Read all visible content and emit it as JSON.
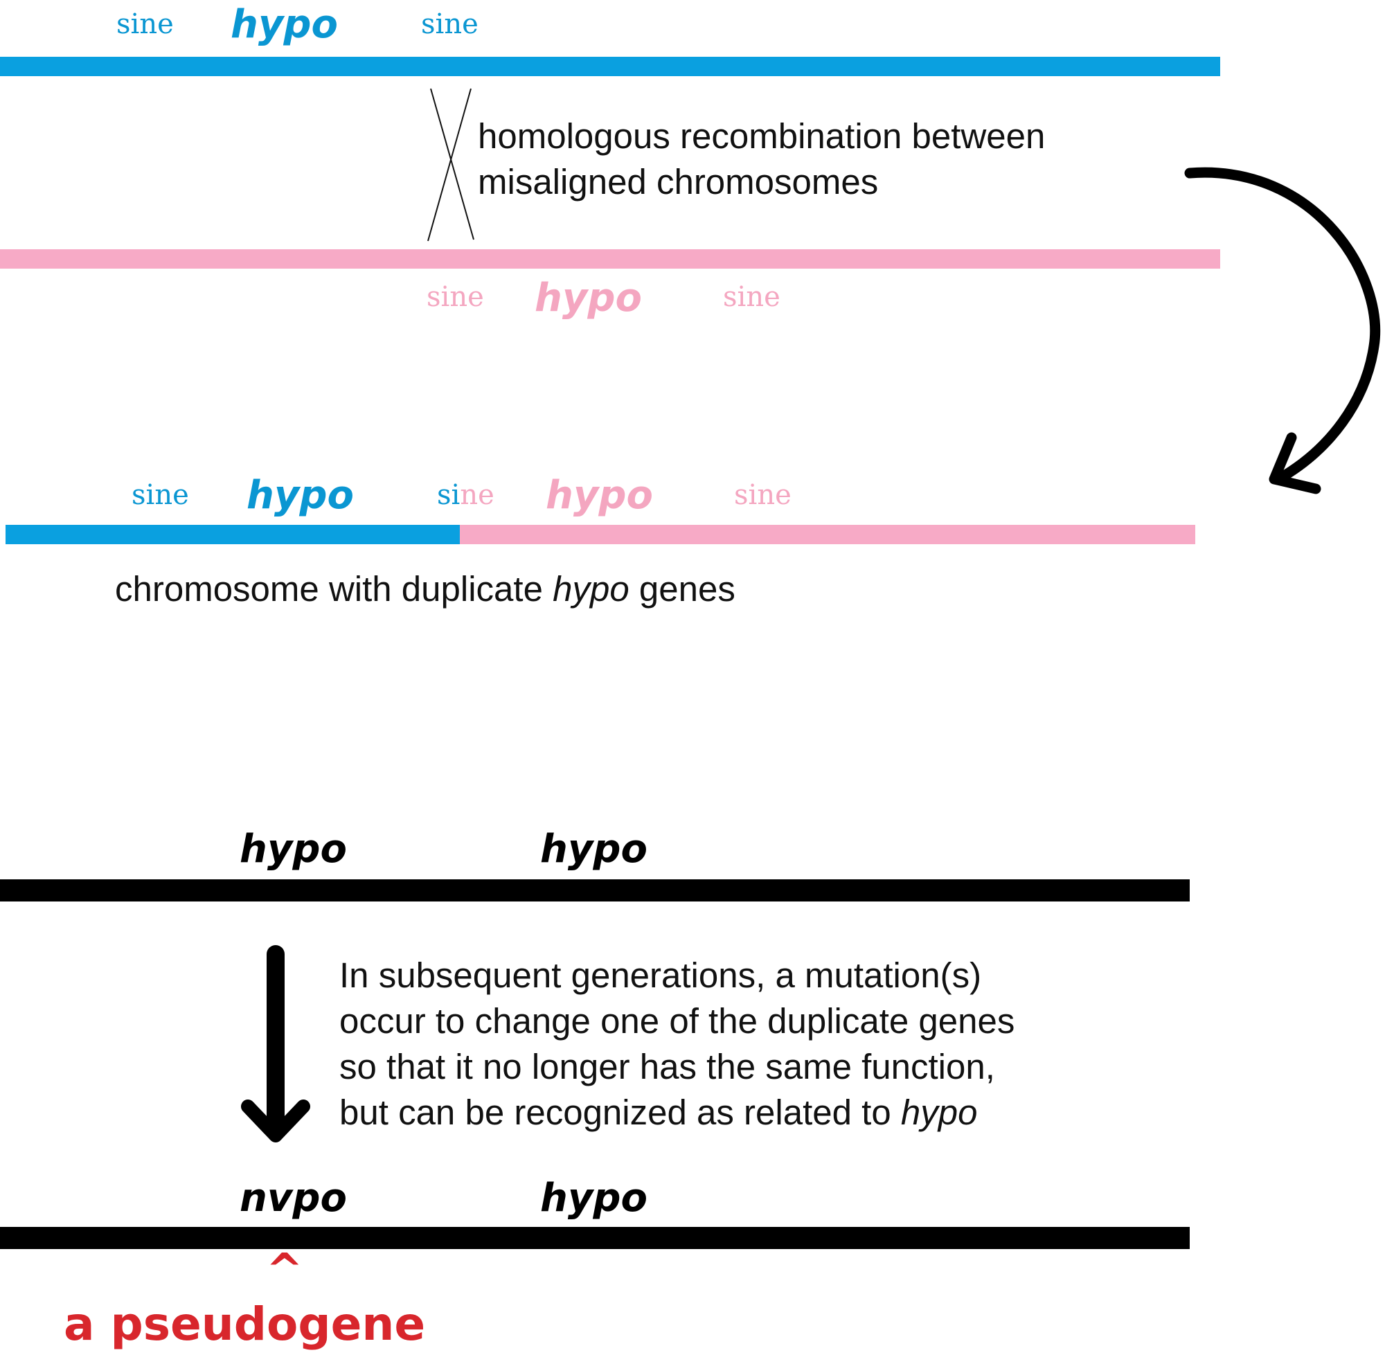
{
  "colors": {
    "blue": "#0aa0e0",
    "pink": "#f7aac6",
    "black": "#000000",
    "red": "#d8262c",
    "text": "#111111"
  },
  "top_chromosome": {
    "sine_left": "sine",
    "gene": "hypo",
    "sine_right": "sine"
  },
  "recombination": {
    "line1": "homologous recombination between",
    "line2": "misaligned chromosomes"
  },
  "bottom_chromosome": {
    "sine_left": "sine",
    "gene": "hypo",
    "sine_right": "sine"
  },
  "duplicate_chromosome": {
    "sine_1": "sine",
    "gene_1": "hypo",
    "sine_2_part_a": "si",
    "sine_2_part_b": "ne",
    "gene_2": "hypo",
    "sine_3": "sine",
    "caption_before": "chromosome with duplicate ",
    "caption_gene": "hypo",
    "caption_after": " genes"
  },
  "duplicated_black": {
    "gene_1": "hypo",
    "gene_2": "hypo"
  },
  "mutation_text": {
    "line1": "In subsequent generations, a mutation(s)",
    "line2": "occur to change one of the duplicate genes",
    "line3": "so that it no longer has the same function,",
    "line4_before": "but can be recognized as related to ",
    "line4_gene": "hypo"
  },
  "final_chromosome": {
    "gene_1": "nvpo",
    "gene_2": "hypo",
    "caret": "^",
    "pseudogene_label": "a pseudogene"
  }
}
